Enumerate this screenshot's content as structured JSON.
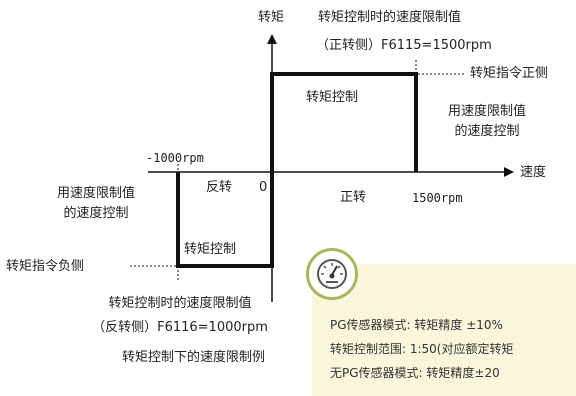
{
  "axes": {
    "y_label": "转矩",
    "x_label": "速度",
    "origin": "0"
  },
  "labels": {
    "top_limit_title": "转矩控制时的速度限制值",
    "top_limit_param": "（正转侧）F6115=1500rpm",
    "pos_cmd": "转矩指令正侧",
    "upper_box": "转矩控制",
    "right_ctrl_1": "用速度限制值",
    "right_ctrl_2": "的速度控制",
    "neg_speed": "-1000rpm",
    "left_ctrl_1": "用速度限制值",
    "left_ctrl_2": "的速度控制",
    "reverse": "反转",
    "forward": "正转",
    "pos_speed": "1500rpm",
    "lower_box": "转矩控制",
    "neg_cmd": "转矩指令负侧",
    "bottom_limit_title": "转矩控制时的速度限制值",
    "bottom_limit_param": "（反转侧）F6116=1000rpm",
    "caption": "转矩控制下的速度限制例"
  },
  "panel": {
    "icon": "speedometer-icon",
    "lines": [
      "PG传感器模式: 转矩精度 ±10%",
      "转矩控制范围: 1:50(对应额定转矩",
      "无PG传感器模式: 转矩精度±20"
    ]
  },
  "colors": {
    "line": "#111111",
    "panel_bg": "#f9f6dc",
    "icon_ring": "#a6b85a"
  }
}
